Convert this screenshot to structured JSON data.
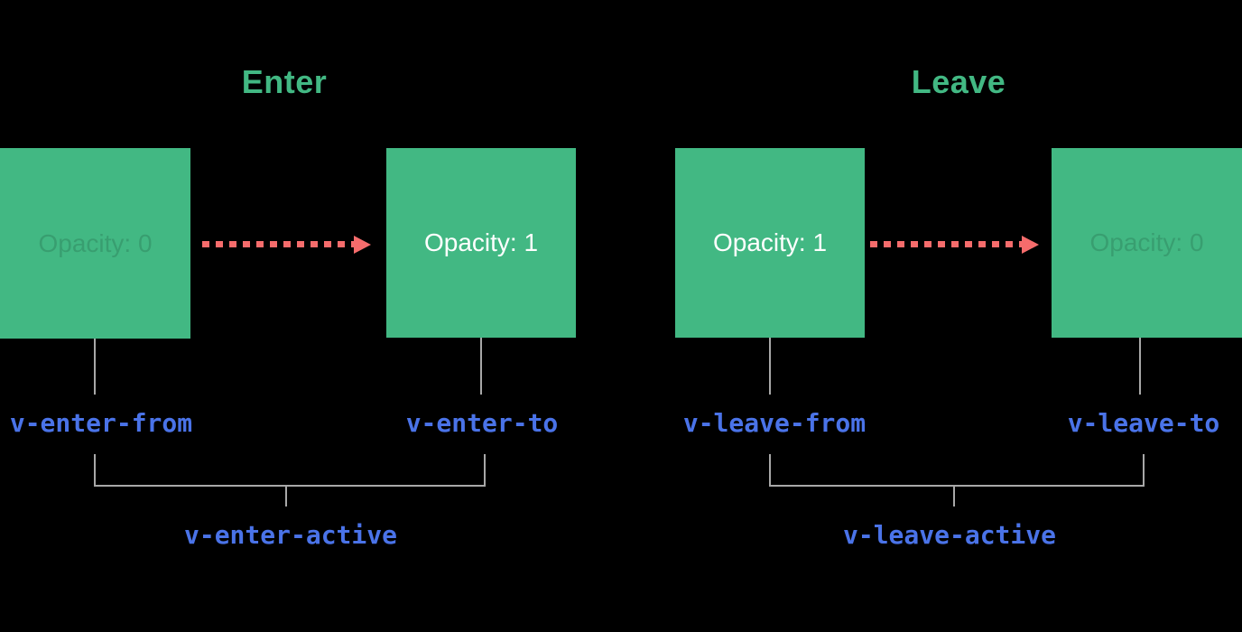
{
  "background": "#000000",
  "colors": {
    "box_green": "#42b883",
    "title_green": "#42b883",
    "arrow_red": "#f66c6c",
    "class_blue": "#4a73e8",
    "connector_gray": "#a8a8a8",
    "box_text_bright": "#ffffff"
  },
  "sections": [
    {
      "title": "Enter",
      "from_box_label": "Opacity: 0",
      "to_box_label": "Opacity: 1",
      "from_class": "v-enter-from",
      "to_class": "v-enter-to",
      "active_class": "v-enter-active"
    },
    {
      "title": "Leave",
      "from_box_label": "Opacity: 1",
      "to_box_label": "Opacity: 0",
      "from_class": "v-leave-from",
      "to_class": "v-leave-to",
      "active_class": "v-leave-active"
    }
  ]
}
